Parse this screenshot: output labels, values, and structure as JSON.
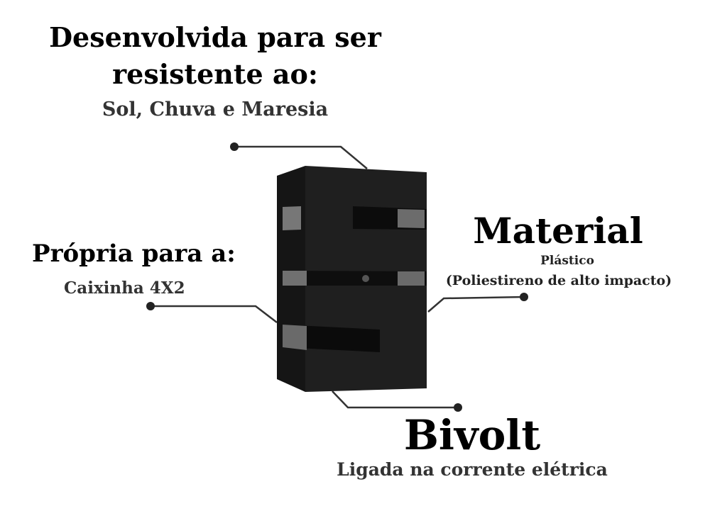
{
  "headline": {
    "line1": "Desenvolvida para ser",
    "line2": "resistente ao:",
    "sub": "Sol, Chuva e Maresia"
  },
  "usage": {
    "title": "Própria para a:",
    "sub": "Caixinha 4X2"
  },
  "material": {
    "title": "Material",
    "sub1": "Plástico",
    "sub2": "(Poliestireno de alto impacto)"
  },
  "voltage": {
    "title": "Bivolt",
    "sub": "Ligada na corrente elétrica"
  },
  "colors": {
    "lamp": "#1b1b1b",
    "text": "#000000",
    "subtext": "#333333"
  }
}
